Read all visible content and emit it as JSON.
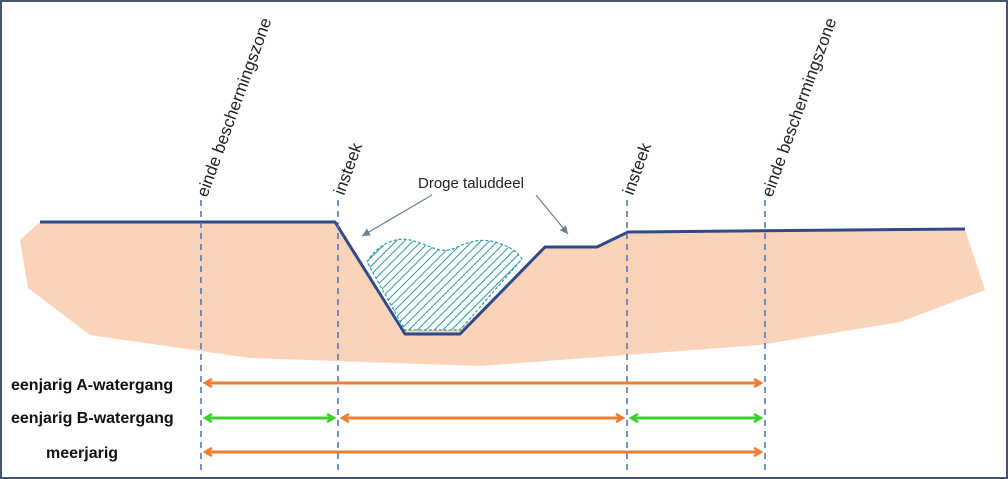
{
  "labels": {
    "left_zone_end": "einde beschermingszone",
    "left_insteek": "insteek",
    "right_insteek": "insteek",
    "right_zone_end": "einde beschermingszone",
    "dry_slope": "Droge taluddeel"
  },
  "rows": [
    {
      "label": "eenjarig A-watergang"
    },
    {
      "label": "eenjarig B-watergang"
    },
    {
      "label": "meerjarig"
    }
  ],
  "colors": {
    "soil": "#fbd3b8",
    "surface_line": "#2f4a8a",
    "water_hatch": "#2a9aa8",
    "guide_dash": "#4a6fb5",
    "arrow_orange": "#ed7d31",
    "arrow_green": "#3ccf2e",
    "border": "#44546a"
  }
}
